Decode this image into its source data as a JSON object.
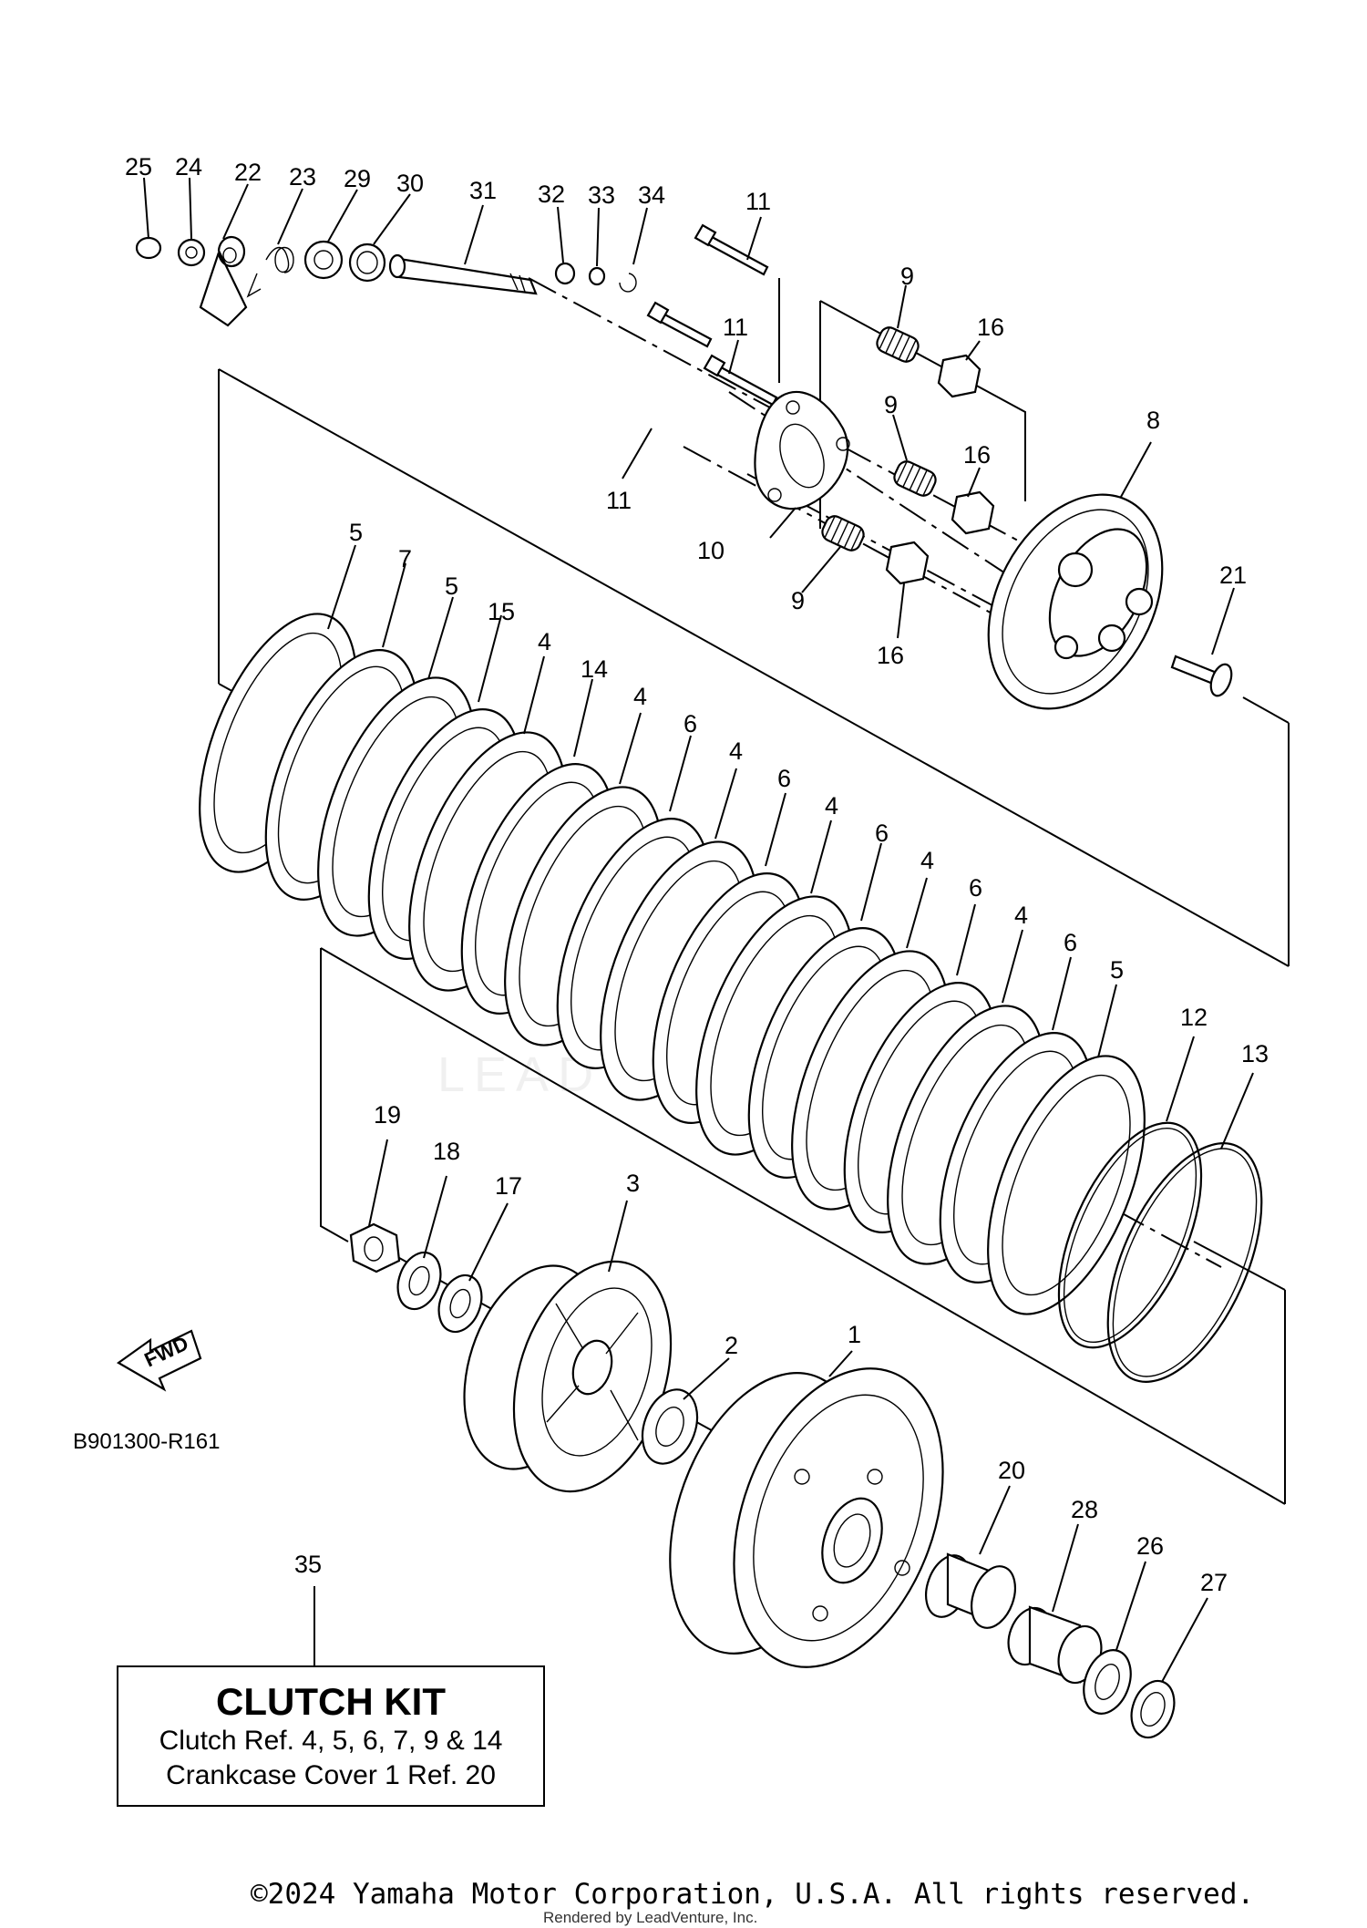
{
  "diagram": {
    "callouts": [
      "1",
      "2",
      "3",
      "4",
      "5",
      "6",
      "7",
      "8",
      "9",
      "10",
      "11",
      "12",
      "13",
      "14",
      "15",
      "16",
      "17",
      "18",
      "19",
      "20",
      "21",
      "22",
      "23",
      "24",
      "25",
      "26",
      "27",
      "28",
      "29",
      "30",
      "31",
      "32",
      "33",
      "34",
      "35"
    ],
    "reference_code": "B901300-R161",
    "fwd_label": "FWD"
  },
  "kit": {
    "title": "CLUTCH KIT",
    "line1": "Clutch Ref. 4, 5, 6, 7, 9 & 14",
    "line2": "Crankcase Cover 1 Ref. 20"
  },
  "footer": {
    "copyright": "©2024 Yamaha Motor Corporation, U.S.A. All rights reserved.",
    "rendered_by": "Rendered by LeadVenture, Inc.",
    "watermark": "LEADVENTURE"
  }
}
